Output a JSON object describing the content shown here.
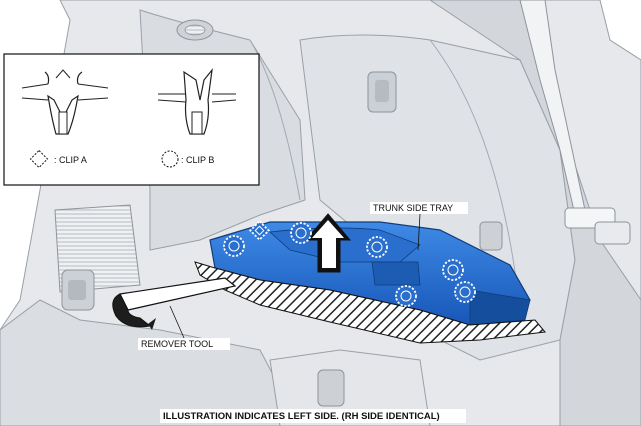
{
  "legend": {
    "clip_a_label": ": CLIP A",
    "clip_b_label": ": CLIP B"
  },
  "callouts": {
    "trunk_side_tray": "TRUNK SIDE TRAY",
    "remover_tool": "REMOVER TOOL"
  },
  "footer": {
    "note": "ILLUSTRATION INDICATES LEFT SIDE. (RH SIDE IDENTICAL)"
  },
  "colors": {
    "tray_blue": "#1f6fd1",
    "tray_dark": "#154e9c",
    "panel_gray": "#e9ebee",
    "line_gray": "#9aa0a8"
  }
}
